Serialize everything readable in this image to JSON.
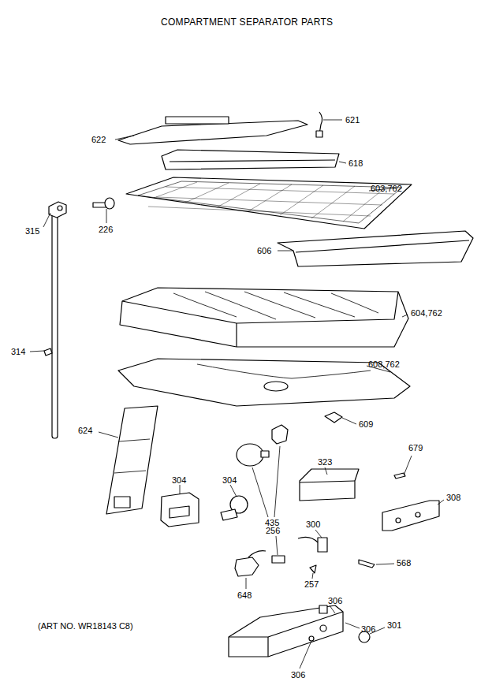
{
  "diagram": {
    "title": "COMPARTMENT SEPARATOR PARTS",
    "labels": [
      "621",
      "622",
      "618",
      "603,762",
      "315",
      "226",
      "606",
      "604,762",
      "314",
      "608,762",
      "609",
      "624",
      "679",
      "435",
      "323",
      "304",
      "304",
      "308",
      "256",
      "300",
      "568",
      "257",
      "648",
      "306",
      "306",
      "301",
      "306",
      "(ART NO. WR18143 C8)"
    ]
  }
}
